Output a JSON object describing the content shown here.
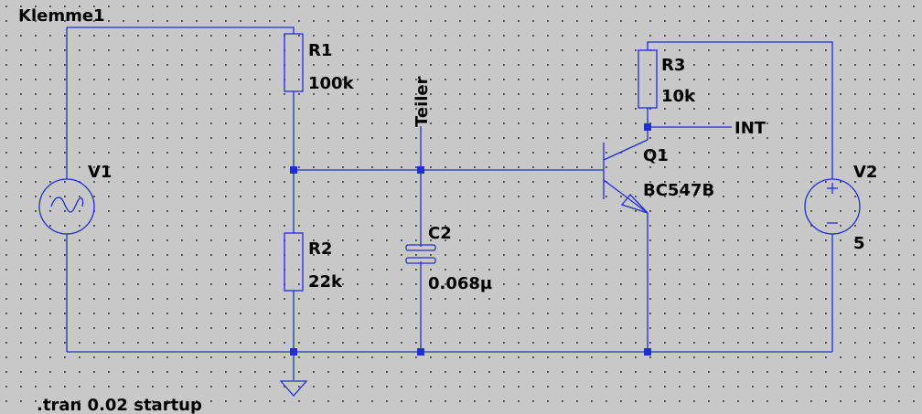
{
  "net_labels": {
    "klemme1": "Klemme1",
    "teiler": "Teiler",
    "int": "INT"
  },
  "components": {
    "r1": {
      "name": "R1",
      "value": "100k"
    },
    "r2": {
      "name": "R2",
      "value": "22k"
    },
    "r3": {
      "name": "R3",
      "value": "10k"
    },
    "c2": {
      "name": "C2",
      "value": "0.068µ"
    },
    "q1": {
      "name": "Q1",
      "value": "BC547B"
    },
    "v1": {
      "name": "V1"
    },
    "v2": {
      "name": "V2",
      "value": "5"
    }
  },
  "spice_directive": ".tran 0.02 startup",
  "colors": {
    "wire": "#1f2fd6",
    "background": "#c8c8c8",
    "grid_dot": "#3c3c3c",
    "text": "#000000"
  },
  "icons": {
    "v1_symbol": "sine-source-icon",
    "v2_symbol": "dc-voltage-source-icon",
    "ground_symbol": "ground-icon"
  }
}
